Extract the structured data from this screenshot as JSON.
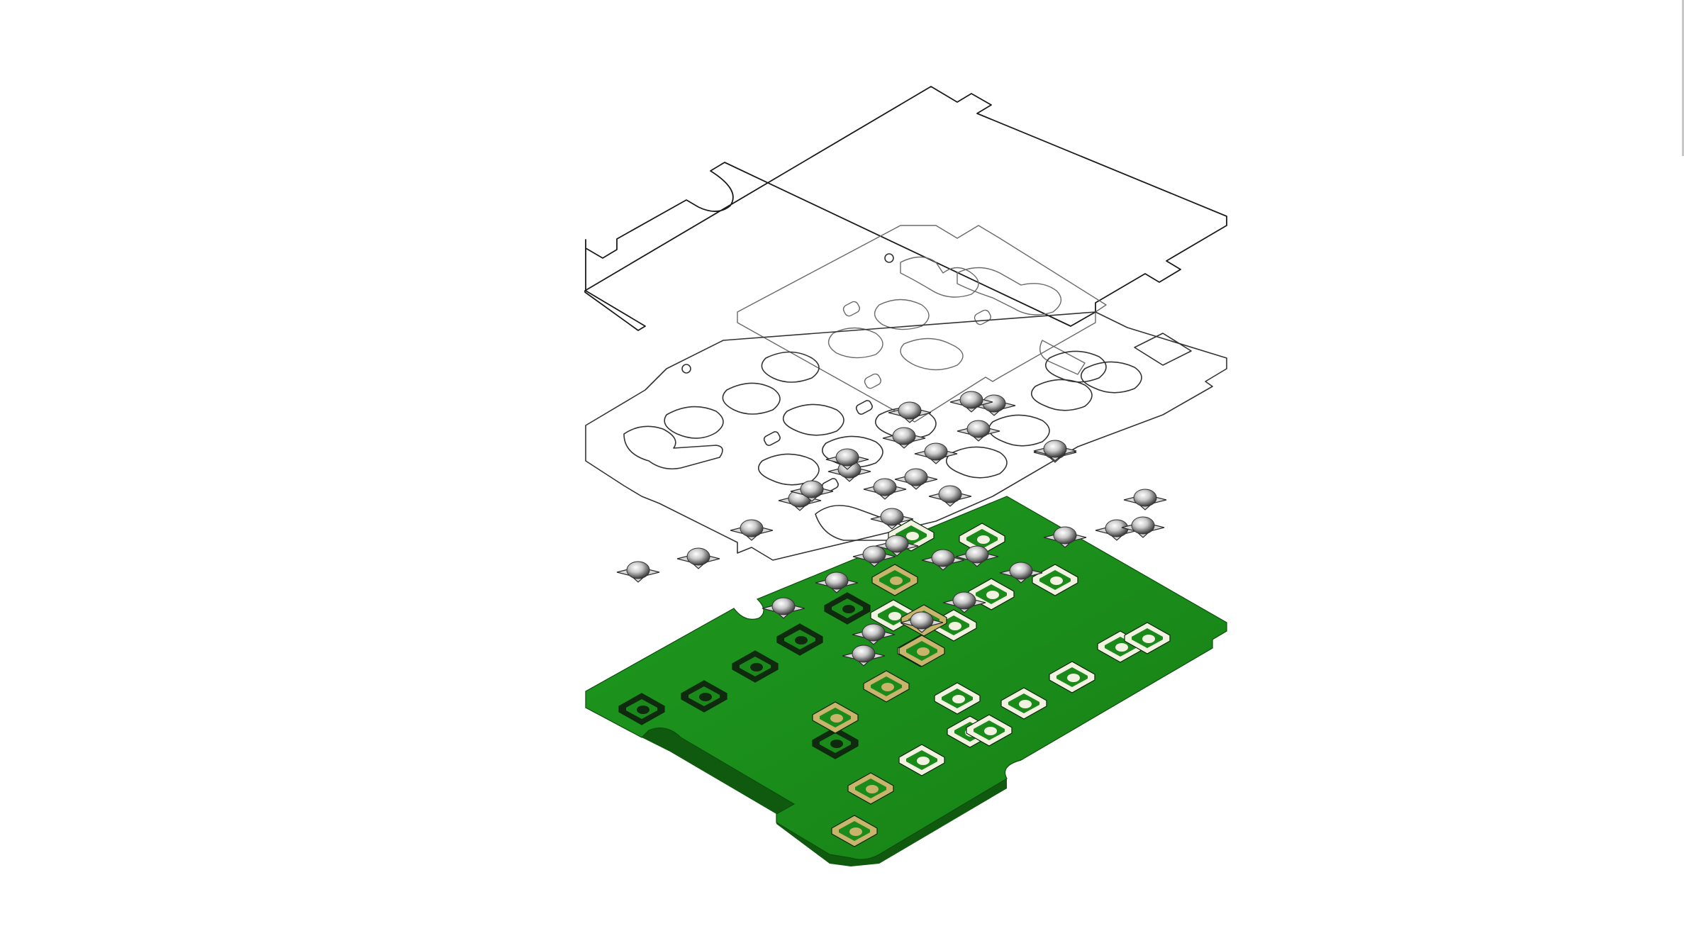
{
  "scene": {
    "kind": "exploded membrane keypad assembly",
    "layers": [
      {
        "id": "top-overlay",
        "style": "outline",
        "color": "#1a1a1a"
      },
      {
        "id": "spacer-adhesive",
        "style": "outline-with-cutouts",
        "color": "#333333"
      },
      {
        "id": "bottom-spacer",
        "style": "outline-with-cutouts",
        "color": "#333333"
      },
      {
        "id": "metal-domes",
        "style": "chrome",
        "color": "#b8b8b8",
        "count_shown": 34
      },
      {
        "id": "pcb",
        "style": "solid",
        "color": "#1a8a1a",
        "edge_color": "#0d4f0d"
      }
    ],
    "pad_rows": 4,
    "pad_columns": 7,
    "pad_colors": {
      "bare": "#0f2a0f",
      "gold": "#c8b46a",
      "light": "#f2f2e0"
    }
  }
}
